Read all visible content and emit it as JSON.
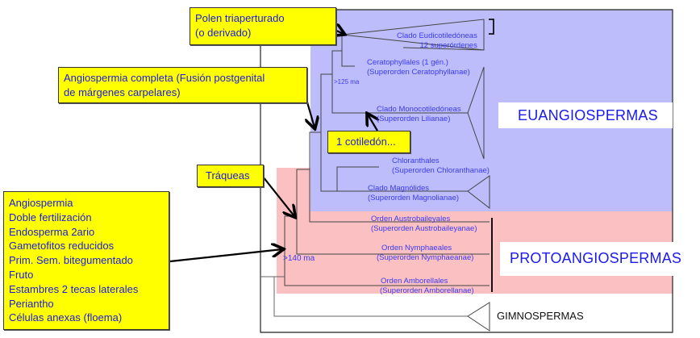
{
  "diagram": {
    "groups": {
      "euangiospermas": "EUANGIOSPERMAS",
      "protoangiospermas": "PROTOANGIOSPERMAS",
      "gimnospermas": "GIMNOSPERMAS"
    },
    "colors": {
      "euangiospermas_fill": "#bdbdfb",
      "protoangiospermas_fill": "#fbc0c2",
      "callout_fill": "#ffff00",
      "label_text": "#1a1af0"
    },
    "callouts": {
      "polen": [
        "Polen triaperturado",
        "(o derivado)"
      ],
      "angiospermia_completa": [
        "Angiospermia completa (Fusión postgenital",
        "de márgenes carpelares)"
      ],
      "cotiledon": "1 cotiledón...",
      "traqueas": "Tráqueas",
      "angiospermia_traits": [
        "Angiospermia",
        "Doble fertilización",
        "Endosperma 2ario",
        "Gametofitos reducidos",
        "Prim. Sem. bitegumentado",
        "Fruto",
        "Estambres 2 tecas laterales",
        "Periantho",
        "Células anexas (floema)"
      ]
    },
    "taxa": {
      "eudicot": [
        "Clado Eudicotiledóneas",
        "12 superórdenes"
      ],
      "ceratophyllales": [
        "Ceratophyllales (1 gén.)",
        "(Superorden Ceratophyllanae)"
      ],
      "monocot": [
        "Clado Monocotiledóneas",
        "(Superorden Lilianae)"
      ],
      "chloranthales": [
        "Chloranthales",
        "(Superorden Chloranthanae)"
      ],
      "magnoliids": [
        "Clado Magnólides",
        "(Superorden Magnolianae)"
      ],
      "austrobaileyales": [
        "Orden Austrobaileyales",
        "(Superorden Austrobaileyanae)"
      ],
      "nymphaeales": [
        "Orden Nymphaeales",
        "(Superorden Nymphaeanae)"
      ],
      "amborellales": [
        "Orden Amborellales",
        "(Superorden Amborellanae)"
      ]
    },
    "ages": {
      "euangio_node": ">125 ma",
      "angio_node": ">140 ma"
    }
  }
}
